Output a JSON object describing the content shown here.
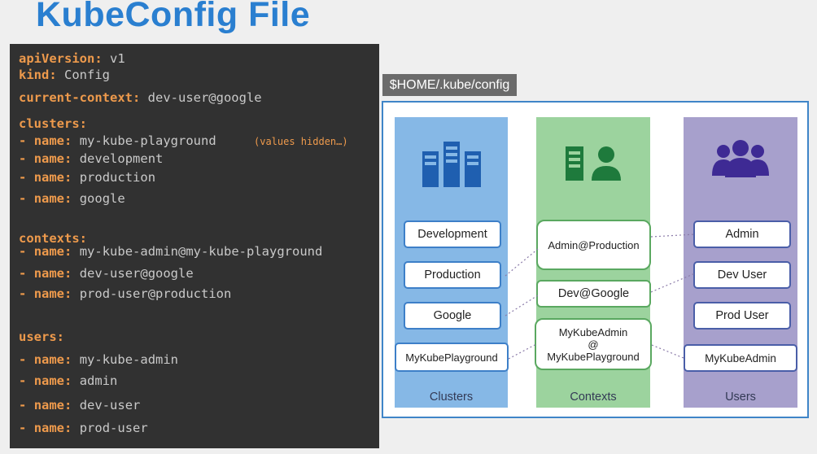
{
  "title": "KubeConfig File",
  "kubeconfig": {
    "apiVersion_key": "apiVersion:",
    "apiVersion_value": "v1",
    "kind_key": "kind:",
    "kind_value": "Config",
    "current_context_key": "current-context:",
    "current_context_value": "dev-user@google",
    "clusters_key": "clusters:",
    "contexts_key": "contexts:",
    "users_key": "users:",
    "dash": "-",
    "name_key": "name:",
    "values_hidden_note": "(values hidden…)",
    "clusters": [
      "my-kube-playground",
      "development",
      "production",
      "google"
    ],
    "contexts": [
      "my-kube-admin@my-kube-playground",
      "dev-user@google",
      "prod-user@production"
    ],
    "users": [
      "my-kube-admin",
      "admin",
      "dev-user",
      "prod-user"
    ]
  },
  "file_path": "$HOME/.kube/config",
  "diagram": {
    "columns": {
      "clusters": {
        "label": "Clusters",
        "color": "#86b8e6",
        "icon": "server-cluster-icon"
      },
      "contexts": {
        "label": "Contexts",
        "color": "#9cd39e",
        "icon": "server-user-icon"
      },
      "users": {
        "label": "Users",
        "color": "#a7a0cc",
        "icon": "user-group-icon"
      }
    },
    "clusters": [
      "Development",
      "Production",
      "Google",
      "MyKubePlayground"
    ],
    "contexts": [
      "Admin@Production",
      "Dev@Google",
      "MyKubeAdmin\n@\nMyKubePlayground"
    ],
    "users": [
      "Admin",
      "Dev User",
      "Prod User",
      "MyKubeAdmin"
    ]
  }
}
